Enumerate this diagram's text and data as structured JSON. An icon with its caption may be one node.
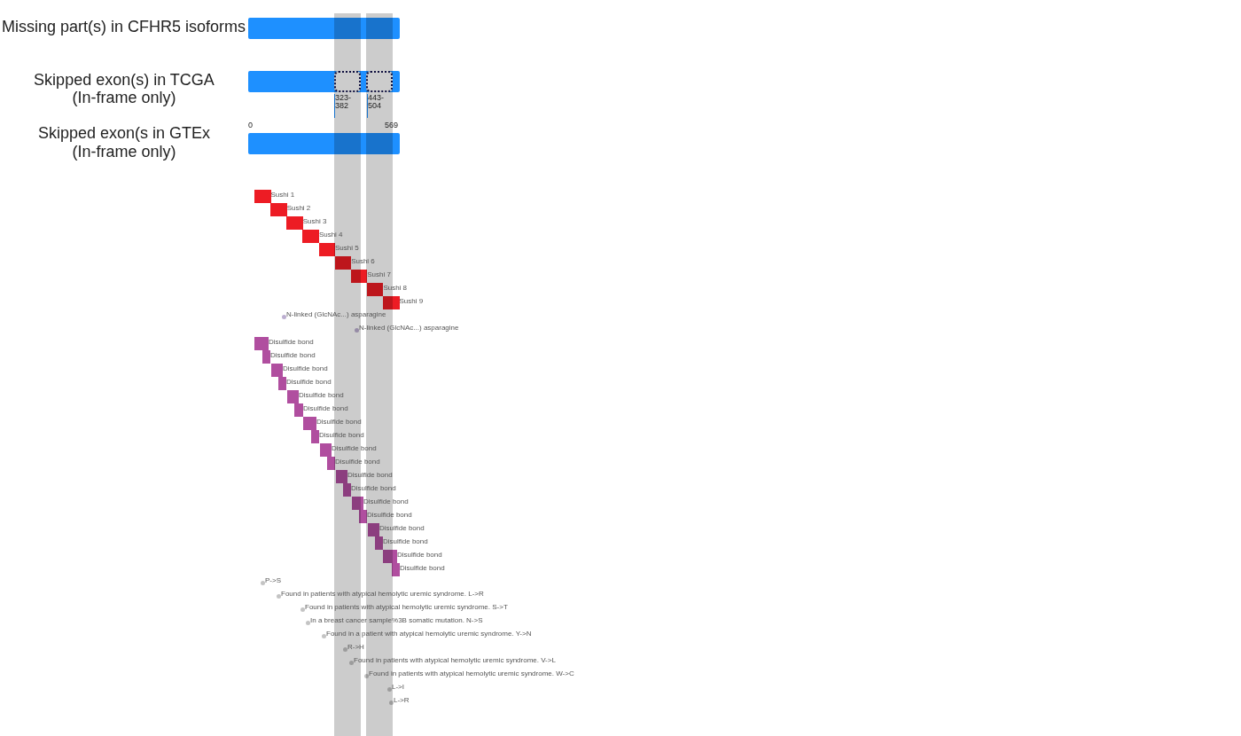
{
  "diagram": {
    "nodes": [
      {
        "text": [
          "Missing part(s) in CFHR5 isoforms"
        ]
      },
      {
        "text": [
          "Skipped exon(s) in TCGA (In-frame only)"
        ]
      },
      {
        "text": [],
        "shape": "box",
        "in": 1
      },
      {
        "text": [],
        "shape": "box",
        "in": 1
      },
      {
        "text": [
          "Skipped exon(s in GTEx (In-frame only)"
        ],
        "beside": [
          "0",
          "569"
        ]
      },
      {
        "text": [
          "Sushi 1"
        ]
      },
      {
        "text": [
          "Sushi 2"
        ]
      },
      {
        "text": [
          "Sushi 3"
        ]
      },
      {
        "text": [
          "Sushi 4"
        ]
      },
      {
        "text": [
          "Sushi 5"
        ]
      },
      {
        "text": [
          "Sushi 6"
        ]
      },
      {
        "text": [
          "Sushi 7"
        ]
      },
      {
        "text": [
          "Sushi 8"
        ]
      },
      {
        "text": [
          "Sushi 9"
        ]
      },
      {
        "text": [
          "N-linked (GlcNAc...) asparagine"
        ]
      },
      {
        "text": [
          "N-linked (GlcNAc...) asparagine"
        ]
      },
      {
        "text": [
          "Disulfide bond"
        ]
      },
      {
        "text": [
          "Disulfide bond"
        ]
      },
      {
        "text": [
          "Disulfide bond"
        ]
      },
      {
        "text": [
          "Disulfide bond"
        ]
      },
      {
        "text": [
          "Disulfide bond"
        ]
      },
      {
        "text": [
          "Disulfide bond"
        ]
      },
      {
        "text": [
          "Disulfide bond"
        ]
      },
      {
        "text": [
          "Disulfide bond"
        ]
      },
      {
        "text": [
          "Disulfide bond"
        ]
      },
      {
        "text": [
          "Disulfide bond"
        ]
      },
      {
        "text": [
          "Disulfide bond"
        ]
      },
      {
        "text": [
          "Disulfide bond"
        ]
      },
      {
        "text": [
          "Disulfide bond"
        ]
      },
      {
        "text": [
          "Disulfide bond"
        ]
      },
      {
        "text": [
          "Disulfide bond"
        ]
      },
      {
        "text": [
          "Disulfide bond"
        ]
      },
      {
        "text": [
          "Disulfide bond"
        ]
      },
      {
        "text": [
          "Disulfide bond"
        ]
      },
      {
        "text": [
          "P->S"
        ]
      },
      {
        "text": [
          "Found in patients with atypical hemolytic uremic syndrome. L->R"
        ]
      },
      {
        "text": [
          "Found in patients with atypical hemolytic uremic syndrome. S->T"
        ]
      },
      {
        "text": [
          "In a breast cancer sample%3B somatic mutation. N->S"
        ]
      },
      {
        "text": [
          "Found in a patient with atypical hemolytic uremic syndrome. Y->N"
        ]
      },
      {
        "text": [
          "R->H"
        ]
      },
      {
        "text": [
          "Found in patients with atypical hemolytic uremic syndrome. V->L"
        ]
      },
      {
        "text": [
          "Found in patients with atypical hemolytic uremic syndrome. W->C"
        ]
      },
      {
        "text": [
          "L->I"
        ]
      },
      {
        "text": [
          "L->R"
        ]
      }
    ],
    "labels": [
      "323-382",
      "443-504"
    ]
  }
}
